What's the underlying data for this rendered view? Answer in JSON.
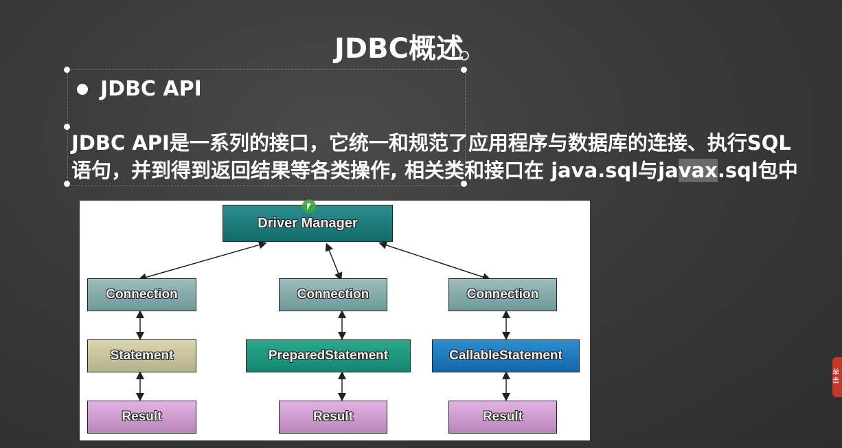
{
  "slide": {
    "title": "JDBC概述",
    "bullet": "JDBC API",
    "line1": "JDBC API是一系列的接口，它统一和规范了应用程序与数据库的连接、执行SQL",
    "line2_prefix": "语句，并到得到返回结果等各类操作, 相关类和接口在 java.sql与ja",
    "line2_highlight": "vax",
    "line2_suffix": ".sql包中"
  },
  "diagram": {
    "driver_manager": "Driver Manager",
    "connections": [
      "Connection",
      "Connection",
      "Connection"
    ],
    "statements": [
      "Statement",
      "PreparedStatement",
      "CallableStatement"
    ],
    "results": [
      "Result",
      "Result",
      "Result"
    ],
    "colors": {
      "driver_manager": "#1f7d7d",
      "connection": "#86aaaa",
      "statement": "#c6c29c",
      "prepared_statement": "#1c9680",
      "callable_statement": "#1f7ab9",
      "result": "#cf9dcf"
    }
  },
  "side_tab": {
    "label": "单击"
  }
}
